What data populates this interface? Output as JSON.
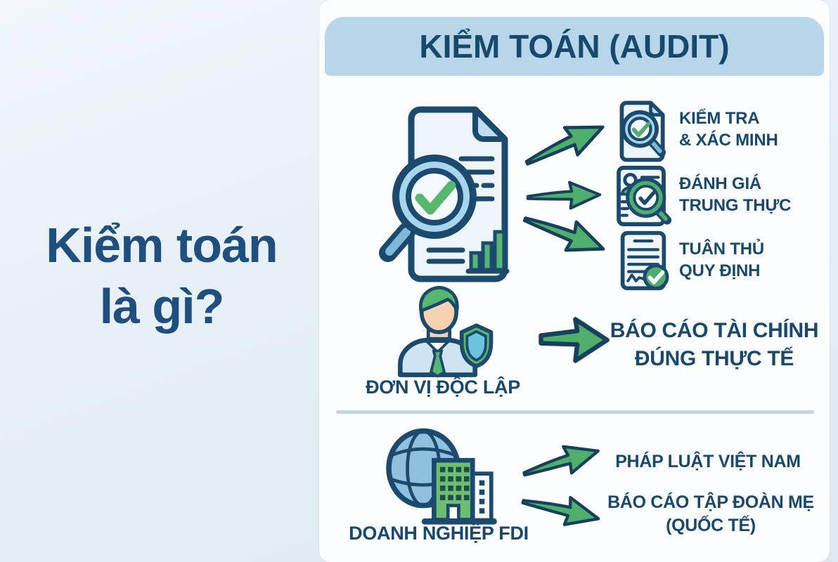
{
  "left_panel": {
    "title_line1": "Kiểm toán",
    "title_line2": "là gì?"
  },
  "header": {
    "title": "KIỂM TOÁN (AUDIT)"
  },
  "audit_functions": {
    "main_icon": "audit-report-magnifier-icon",
    "items": [
      {
        "icon": "document-magnifier-check-icon",
        "line1": "KIỂM TRA",
        "line2": "& XÁC MINH"
      },
      {
        "icon": "profile-magnifier-check-icon",
        "line1": "ĐÁNH GIÁ",
        "line2": "TRUNG THỰC"
      },
      {
        "icon": "document-check-badge-icon",
        "line1": "TUÂN THỦ",
        "line2": "QUY ĐỊNH"
      }
    ]
  },
  "independent_unit": {
    "icon": "auditor-shield-icon",
    "label": "ĐƠN VỊ ĐỘC LẬP",
    "result_line1": "BÁO CÁO TÀI CHÍNH",
    "result_line2": "ĐÚNG THỰC TẾ"
  },
  "fdi": {
    "icon": "globe-building-icon",
    "label": "DOANH NGHIỆP FDI",
    "outcome1": "PHÁP LUẬT VIỆT NAM",
    "outcome2_line1": "BÁO CÁO TẬP ĐOÀN MẸ",
    "outcome2_line2": "(QUỐC TẾ)"
  },
  "colors": {
    "navy_text": "#17496e",
    "outline_navy": "#1b4a6e",
    "green": "#4fae6b",
    "band_blue": "#b7d6ea",
    "panel_bg": "#fcfdfe",
    "page_bg": "#e4eef5",
    "divider": "#c2d5e1",
    "light_blue_fill": "#a8d4ec",
    "face_peach": "#f6d2b0"
  }
}
